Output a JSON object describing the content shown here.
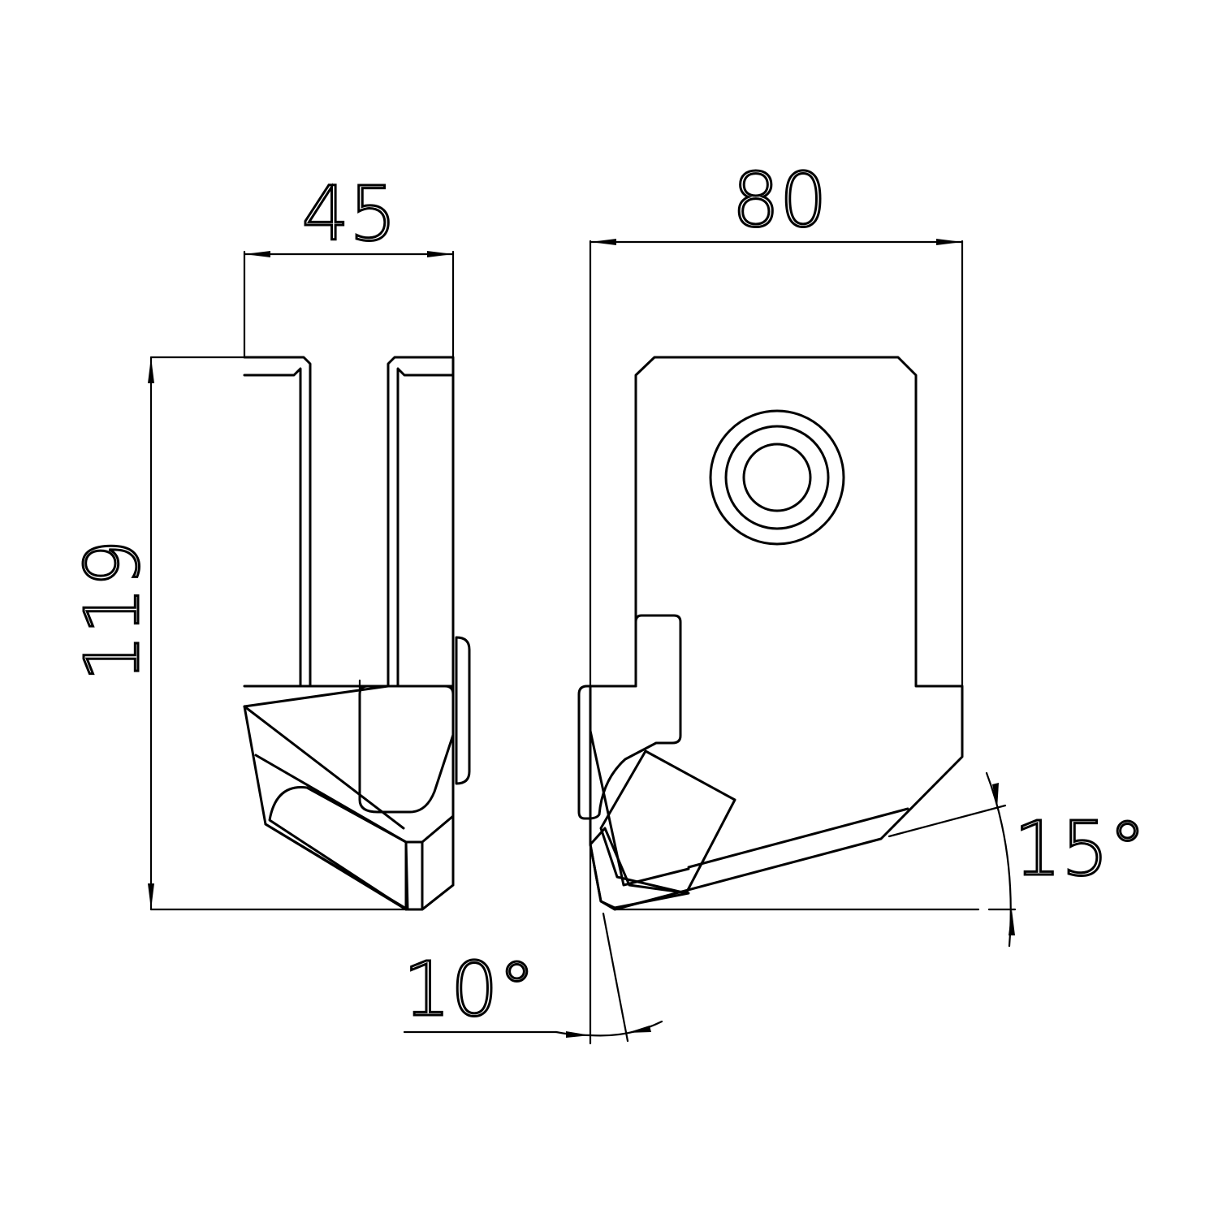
{
  "dimensions": {
    "width_left": "45",
    "width_right": "80",
    "height": "119",
    "clearance_angle": "10°",
    "rake_angle": "15°"
  },
  "colors": {
    "line": "#000000",
    "background": "#ffffff"
  }
}
